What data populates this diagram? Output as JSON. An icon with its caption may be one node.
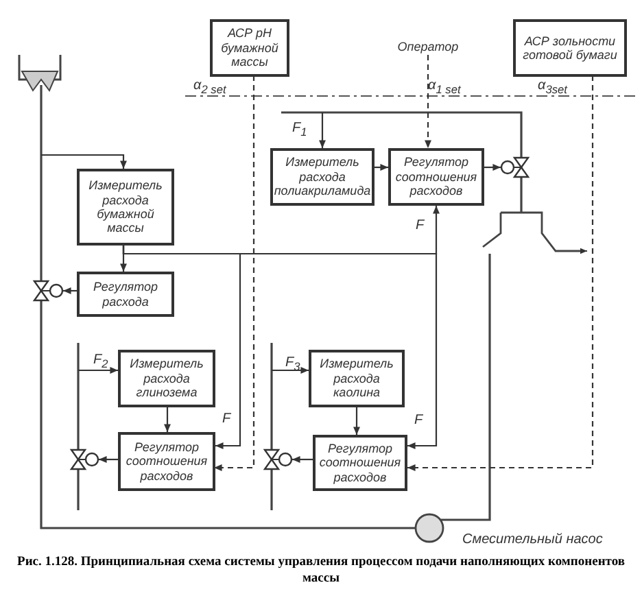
{
  "diagram": {
    "caption": "Рис. 1.128. Принципиальная схема системы управления процессом подачи наполняющих компонентов массы",
    "nodes": [
      {
        "text": [
          "АСР pH бумажной массы"
        ]
      },
      {
        "text": [
          "Оператор"
        ]
      },
      {
        "text": [
          "АСР зольности готовой бумаги"
        ]
      },
      {
        "text": [
          "Измеритель расхода полиакриламида"
        ]
      },
      {
        "text": [
          "Регулятор соотношения расходов"
        ]
      },
      {
        "text": [
          "Измеритель расхода бумажной массы"
        ]
      },
      {
        "text": [
          "Регулятор расхода"
        ]
      },
      {
        "text": [
          "Измеритель расхода глинозема"
        ]
      },
      {
        "text": [
          "Регулятор соотношения расходов"
        ]
      },
      {
        "text": [
          "Измеритель расхода каолина"
        ]
      },
      {
        "text": [
          "Регулятор соотношения расходов"
        ]
      },
      {
        "text": [],
        "shape": "valve"
      },
      {
        "text": [],
        "shape": "valve"
      },
      {
        "text": [],
        "shape": "valve"
      },
      {
        "text": [],
        "shape": "valve"
      }
    ],
    "edges": [
      {
        "from": 0,
        "to": 8,
        "arrow": "to",
        "style": "dashed"
      },
      {
        "from": 1,
        "to": 4,
        "arrow": "to",
        "style": "dashed"
      },
      {
        "from": 2,
        "to": 10,
        "arrow": "to",
        "style": "dashed"
      },
      {
        "from": 3,
        "to": 4,
        "arrow": "to"
      },
      {
        "from": 4,
        "to": 11,
        "arrow": "to"
      },
      {
        "from": null,
        "to": 3,
        "arrow": "to",
        "label": "F$_{1}$"
      },
      {
        "from": null,
        "to": 5,
        "arrow": "to"
      },
      {
        "from": 5,
        "to": 6,
        "arrow": "to"
      },
      {
        "from": 5,
        "to": 4,
        "arrow": "to",
        "label": "F"
      },
      {
        "from": 5,
        "to": 8,
        "arrow": "to",
        "label": "F"
      },
      {
        "from": 5,
        "to": 10,
        "arrow": "to",
        "label": "F"
      },
      {
        "from": 7,
        "to": 8,
        "arrow": "to"
      },
      {
        "from": 9,
        "to": 10,
        "arrow": "to"
      },
      {
        "from": null,
        "to": 7,
        "arrow": "to",
        "label": "F$_{2}$"
      },
      {
        "from": null,
        "to": 9,
        "arrow": "to",
        "label": "F$_{3}$"
      },
      {
        "from": 6,
        "to": 12,
        "arrow": "to"
      },
      {
        "from": 8,
        "to": 13,
        "arrow": "to"
      },
      {
        "from": 10,
        "to": 14,
        "arrow": "to"
      }
    ],
    "labels": [
      "α$_{2 set}$",
      "α$_{1 set}$",
      "α$_{3set}$",
      "Смесительный насос"
    ]
  }
}
